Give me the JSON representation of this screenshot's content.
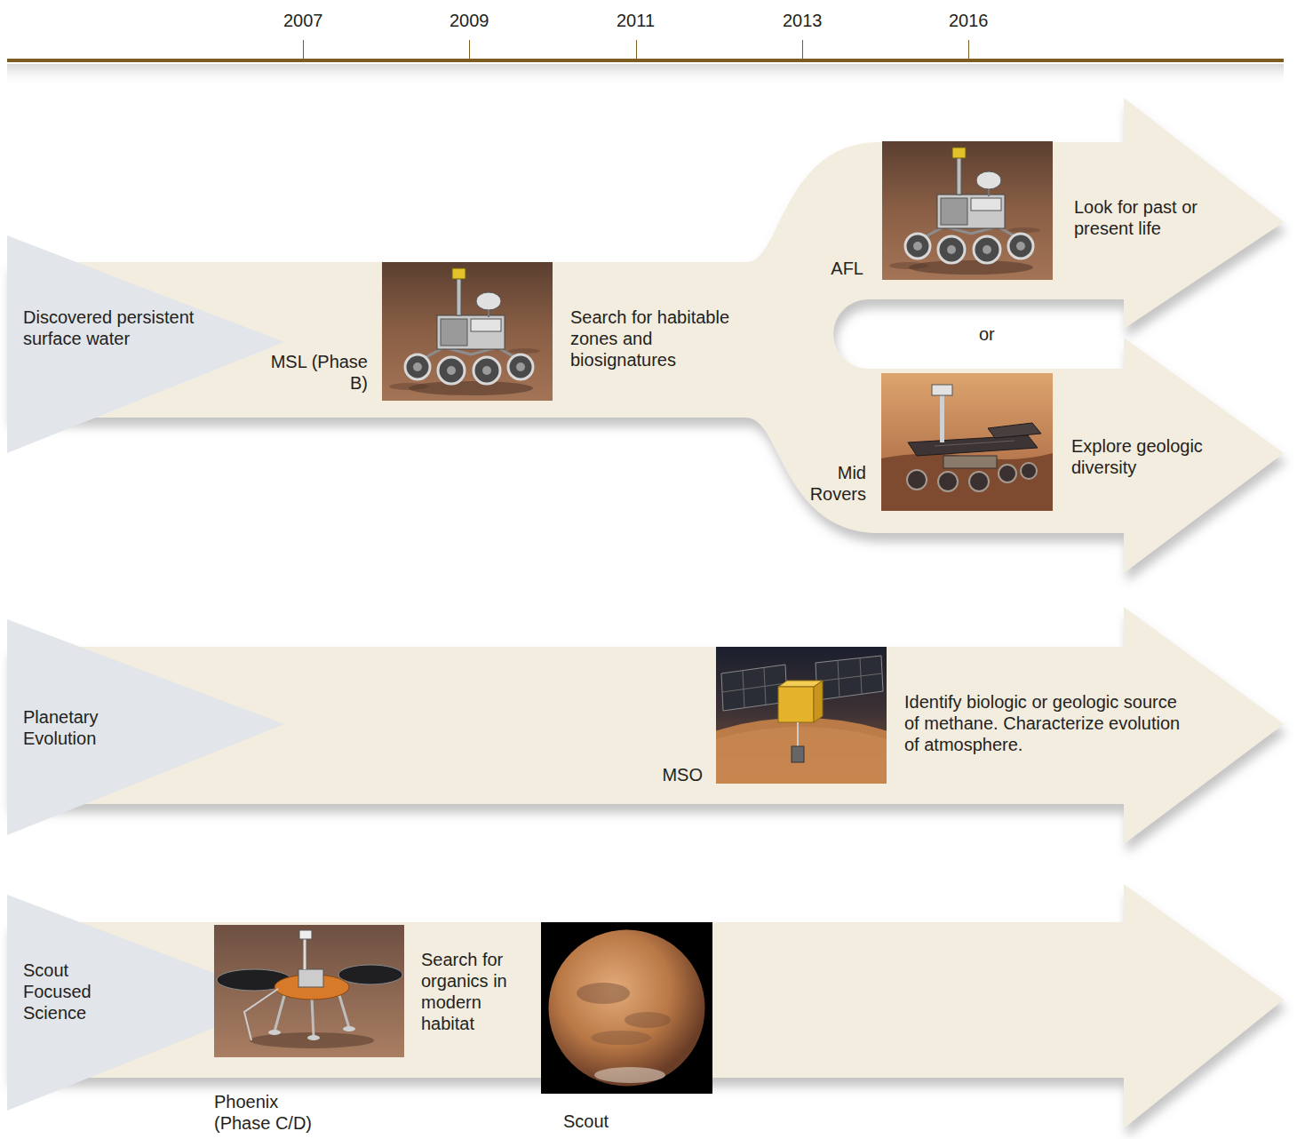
{
  "diagram": {
    "nodes": [
      {
        "text": [
          "Discovered persistent surface water"
        ]
      },
      {
        "text": [
          "MSL (Phase B)",
          "Search for habitable zones and biosignatures"
        ],
        "in": 0
      },
      {
        "text": [
          "AFL",
          "Look for past or present life"
        ],
        "in": 0
      },
      {
        "text": [
          "Mid Rovers",
          "Explore geologic diversity"
        ],
        "in": 0
      },
      {
        "text": [
          "Planetary Evolution"
        ]
      },
      {
        "text": [
          "MSO",
          "Identify biologic or geologic source of methane. Characterize evolution of atmosphere."
        ],
        "in": 4
      },
      {
        "text": [
          "Scout Focused Science"
        ]
      },
      {
        "text": [
          "Phoenix (Phase C/D)",
          "Search for organics in modern habitat"
        ],
        "in": 6
      },
      {
        "text": [
          "Scout"
        ],
        "in": 6
      }
    ],
    "labels": [
      "2007",
      "2009",
      "2011",
      "2013",
      "2016",
      "or"
    ]
  }
}
